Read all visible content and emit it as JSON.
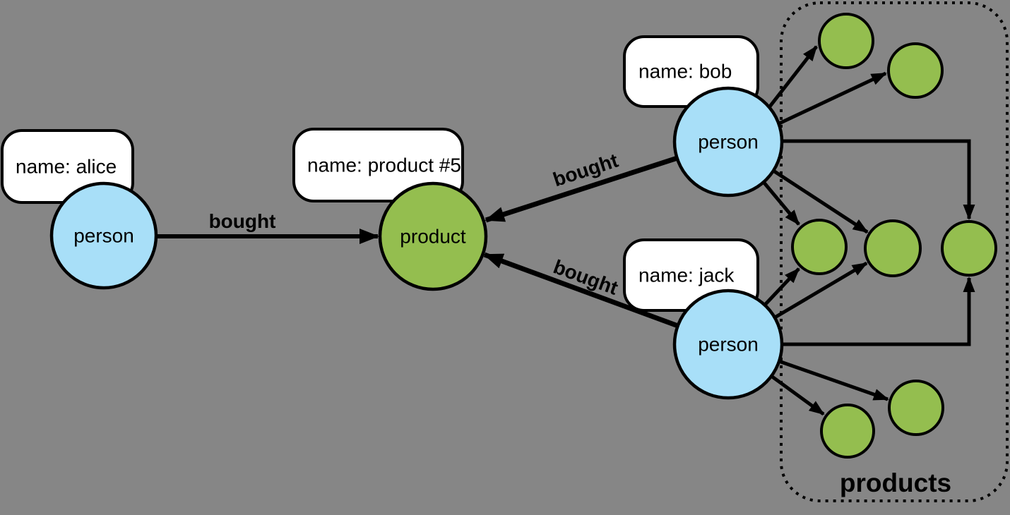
{
  "diagram_type": "property-graph",
  "colors": {
    "background": "#868686",
    "person_fill": "#A8DFF8",
    "product_fill": "#94BE4F",
    "stroke": "#000000",
    "label_fill": "#FFFFFF",
    "text": "#000000"
  },
  "nodes": {
    "alice": {
      "label": "person",
      "property": "name: alice"
    },
    "bob": {
      "label": "person",
      "property": "name: bob"
    },
    "jack": {
      "label": "person",
      "property": "name: jack"
    },
    "product5": {
      "label": "product",
      "property": "name: product #5"
    }
  },
  "edges": {
    "alice_product5": {
      "label": "bought"
    },
    "bob_product5": {
      "label": "bought"
    },
    "jack_product5": {
      "label": "bought"
    }
  },
  "cluster": {
    "label": "products",
    "anonymous_product_count": 7
  }
}
